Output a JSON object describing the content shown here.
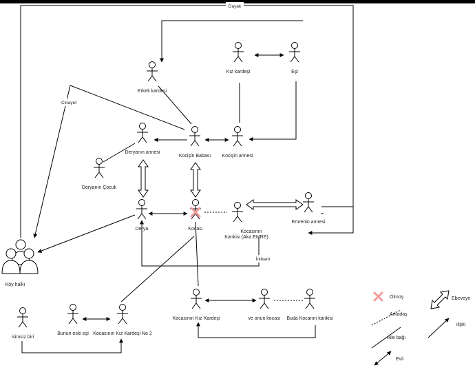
{
  "actors": {
    "kiz_kardesi": "Kız kardeşi",
    "esi": "Eşi",
    "erkek_kardesi": "Erkek kardeşi",
    "deryanin_annesi": "Deryanın annesi",
    "kocisin_babasi": "Kocişin Babası",
    "kocisin_annesi": "Kocişin annesi",
    "deryanin_cocuk": "Deryanın Çocuk",
    "derya": "Derya",
    "kocasi": "Kocası",
    "kocasinin_kankisi_1": "Kocasının",
    "kocasinin_kankisi_2": "Kankisi (Aka EMRE)",
    "emrenin_annesi": "Emrenin annesi",
    "koy_halki": "Köy halkı",
    "kocasinin_kiz_kardesi": "Kocasının Kız Kardeşi",
    "ve_onun_kocasi": "ve onun kocası",
    "buda_kocanin_kankisi": "Buda Kocanın kankisi",
    "isimsiz_biri": "isimsiz biri",
    "bunun_eski_esi": "Bunun eski eşi",
    "kiz_kardesi_no2": "Kocasının Kız Kardeşi No 2"
  },
  "edge_labels": {
    "dayak": "Dayak",
    "cinayet": "Cinayet",
    "intikam": "İntikam"
  },
  "legend": {
    "olmus": "Ölmüş",
    "arkadas": "Arkadaş",
    "aile_bagi": "Aile bağı",
    "evli": "Evli",
    "ebeveyn": "Ebeveyn",
    "iliski": "ilişki"
  }
}
